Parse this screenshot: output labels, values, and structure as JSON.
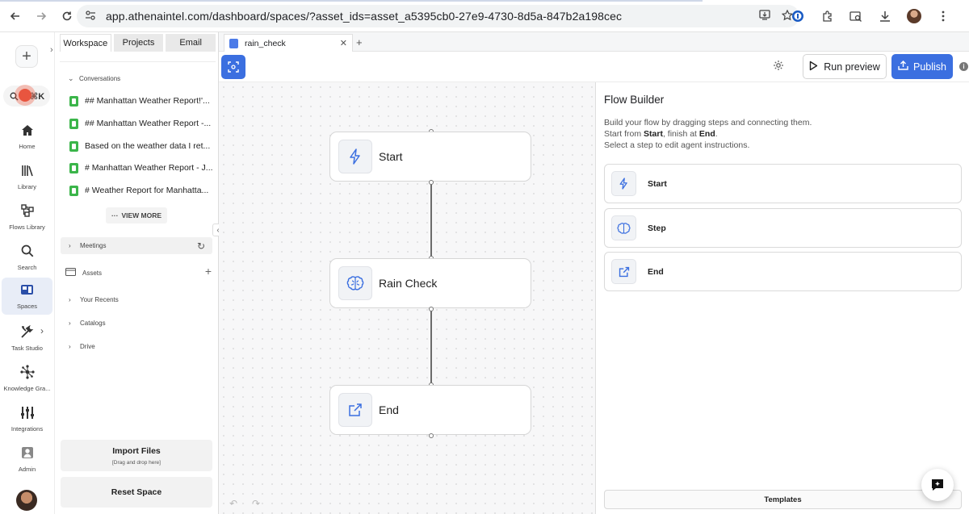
{
  "browser": {
    "url": "app.athenaintel.com/dashboard/spaces/?asset_ids=asset_a5395cb0-27e9-4730-8d5a-847b2a198cec"
  },
  "rail": {
    "search_shortcut": "⌘K",
    "items": [
      {
        "label": "Home",
        "icon": "home-icon"
      },
      {
        "label": "Library",
        "icon": "library-icon"
      },
      {
        "label": "Flows Library",
        "icon": "flows-icon"
      },
      {
        "label": "Search",
        "icon": "search-icon"
      },
      {
        "label": "Spaces",
        "icon": "spaces-icon"
      },
      {
        "label": "Task Studio",
        "icon": "tools-icon"
      },
      {
        "label": "Knowledge Gra...",
        "icon": "graph-icon"
      },
      {
        "label": "Integrations",
        "icon": "sliders-icon"
      },
      {
        "label": "Admin",
        "icon": "user-icon"
      }
    ]
  },
  "panel": {
    "tabs": [
      "Workspace",
      "Projects",
      "Email"
    ],
    "conversations_label": "Conversations",
    "conversations": [
      "## Manhattan Weather Report!'...",
      "## Manhattan Weather Report -...",
      "Based on the weather data I ret...",
      "# Manhattan Weather Report - J...",
      "# Weather Report for Manhatta..."
    ],
    "view_more": "VIEW MORE",
    "meetings_label": "Meetings",
    "assets_label": "Assets",
    "your_recents": "Your Recents",
    "catalogs": "Catalogs",
    "drive": "Drive",
    "import_title": "Import Files",
    "import_sub": "[Drag and drop here]",
    "reset": "Reset Space"
  },
  "editor": {
    "tab_name": "rain_check",
    "run_preview": "Run preview",
    "publish": "Publish"
  },
  "flow": {
    "nodes": [
      {
        "label": "Start",
        "icon": "lightning-icon"
      },
      {
        "label": "Rain Check",
        "icon": "brain-icon"
      },
      {
        "label": "End",
        "icon": "external-link-icon"
      }
    ]
  },
  "builder": {
    "title": "Flow Builder",
    "desc_line1": "Build your flow by dragging steps and connecting them.",
    "desc_line2_a": "Start from ",
    "desc_line2_b": "Start",
    "desc_line2_c": ", finish at ",
    "desc_line2_d": "End",
    "desc_line2_e": ".",
    "desc_line3": "Select a step to edit agent instructions.",
    "cards": [
      "Start",
      "Step",
      "End"
    ],
    "templates": "Templates"
  },
  "colors": {
    "accent": "#3b6fe0",
    "doc_green": "#3bb54a",
    "record": "#e8553f"
  }
}
